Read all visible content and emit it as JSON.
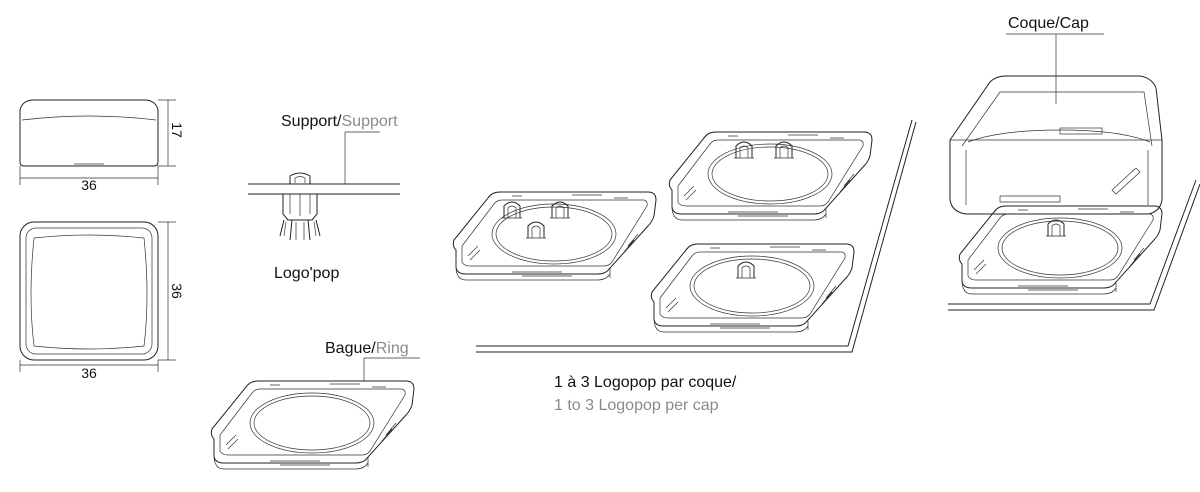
{
  "dimensions": {
    "side_width": "36",
    "side_height": "17",
    "top_width": "36",
    "top_height": "36"
  },
  "labels": {
    "support_fr": "Support",
    "support_sep": "/",
    "support_en": "Support",
    "logopop": "Logo'pop",
    "ring_fr": "Bague",
    "ring_sep": "/",
    "ring_en": "Ring",
    "cap": "Coque/Cap",
    "caption_fr": "1 à 3 Logopop par coque/",
    "caption_en": "1 to 3 Logopop per cap"
  },
  "colors": {
    "line": "#222222",
    "secondary_text": "#8a8a8a"
  }
}
